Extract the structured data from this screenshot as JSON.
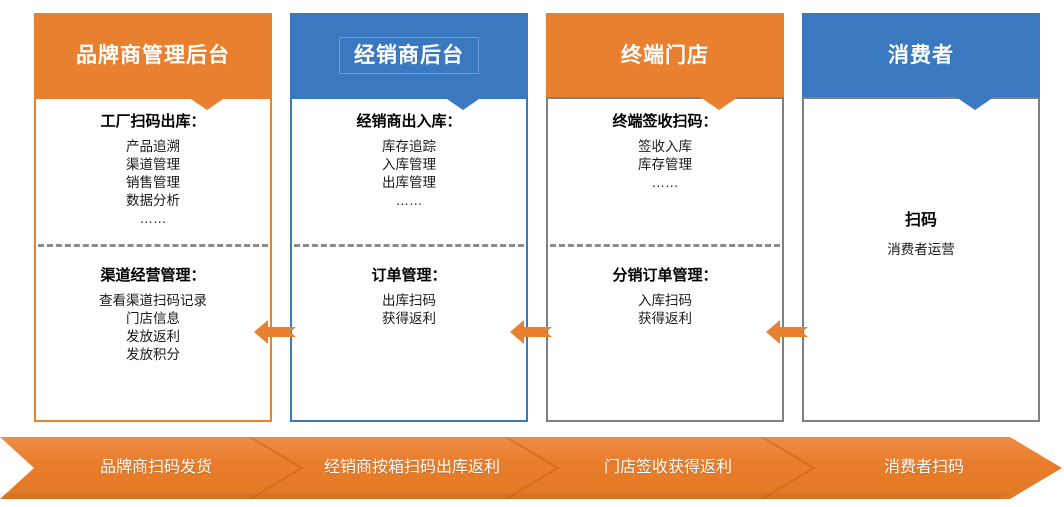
{
  "colors": {
    "orange": "#E8802F",
    "orange_dark": "#D9741F",
    "blue": "#3A79C0",
    "blue_light_outline": "#6E9BD8",
    "gray_border": "#808080",
    "dashed_gray": "#8C8C8C",
    "text_dark": "#111111",
    "white": "#FFFFFF"
  },
  "columns": [
    {
      "id": "brand-admin",
      "header": "品牌商管理后台",
      "header_color": "orange",
      "border_color": "orange",
      "title_outline": false,
      "sections": [
        {
          "title": "工厂扫码出库：",
          "items": [
            "产品追溯",
            "渠道管理",
            "销售管理",
            "数据分析",
            "……"
          ]
        },
        {
          "title": "渠道经营管理：",
          "items": [
            "查看渠道扫码记录",
            "门店信息",
            "发放返利",
            "发放积分"
          ]
        }
      ],
      "divider": true
    },
    {
      "id": "dealer-backend",
      "header": "经销商后台",
      "header_color": "blue",
      "border_color": "blue",
      "title_outline": true,
      "sections": [
        {
          "title": "经销商出入库：",
          "items": [
            "库存追踪",
            "入库管理",
            "出库管理",
            "……"
          ]
        },
        {
          "title": "订单管理：",
          "items": [
            "出库扫码",
            "获得返利"
          ]
        }
      ],
      "divider": true
    },
    {
      "id": "terminal-store",
      "header": "终端门店",
      "header_color": "orange",
      "border_color": "gray",
      "title_outline": false,
      "sections": [
        {
          "title": "终端签收扫码：",
          "items": [
            "签收入库",
            "库存管理",
            "……"
          ]
        },
        {
          "title": "分销订单管理：",
          "items": [
            "入库扫码",
            "获得返利"
          ]
        }
      ],
      "divider": true
    },
    {
      "id": "consumer",
      "header": "消费者",
      "header_color": "blue",
      "border_color": "gray",
      "title_outline": false,
      "sections": [
        {
          "title": "扫码",
          "items": [
            "消费者运营"
          ]
        }
      ],
      "divider": false
    }
  ],
  "arrows": [
    {
      "id": "arrow-dealer-to-brand",
      "direction": "left"
    },
    {
      "id": "arrow-store-to-dealer",
      "direction": "left"
    },
    {
      "id": "arrow-consumer-to-store",
      "direction": "left"
    }
  ],
  "banner": {
    "steps": [
      "品牌商扫码发货",
      "经销商按箱扫码出库返利",
      "门店签收获得返利",
      "消费者扫码"
    ]
  }
}
